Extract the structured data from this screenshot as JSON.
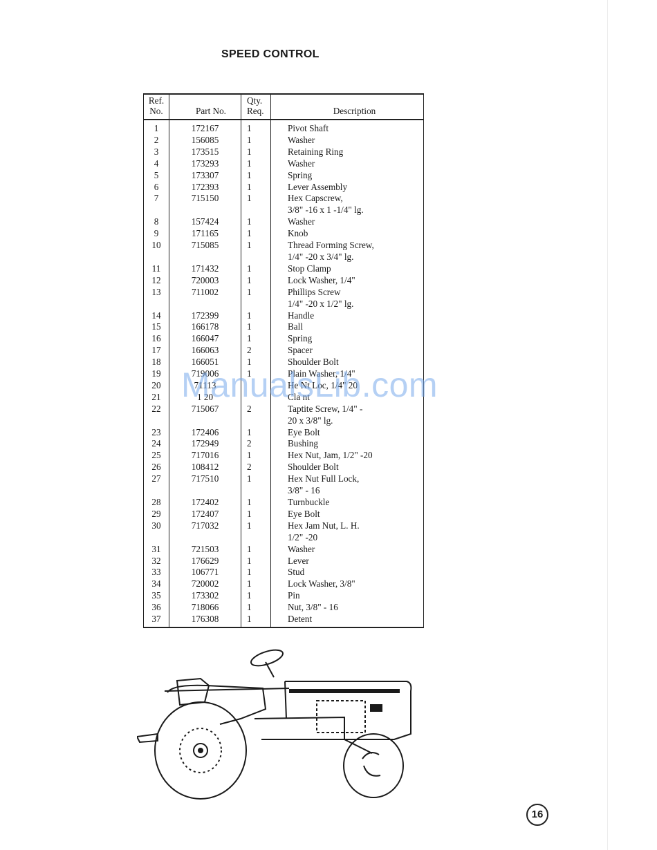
{
  "title": "SPEED CONTROL",
  "table": {
    "headers": {
      "ref_line1": "Ref.",
      "ref_line2": "No.",
      "part": "Part No.",
      "qty_line1": "Qty.",
      "qty_line2": "Req.",
      "desc": "Description"
    },
    "rows": [
      {
        "ref": "1",
        "part": "172167",
        "qty": "1",
        "desc": [
          "Pivot Shaft"
        ]
      },
      {
        "ref": "2",
        "part": "156085",
        "qty": "1",
        "desc": [
          "Washer"
        ]
      },
      {
        "ref": "3",
        "part": "173515",
        "qty": "1",
        "desc": [
          "Retaining Ring"
        ]
      },
      {
        "ref": "4",
        "part": "173293",
        "qty": "1",
        "desc": [
          "Washer"
        ]
      },
      {
        "ref": "5",
        "part": "173307",
        "qty": "1",
        "desc": [
          "Spring"
        ]
      },
      {
        "ref": "6",
        "part": "172393",
        "qty": "1",
        "desc": [
          "Lever Assembly"
        ]
      },
      {
        "ref": "7",
        "part": "715150",
        "qty": "1",
        "desc": [
          "Hex Capscrew,",
          "3/8\" -16 x 1 -1/4\" lg."
        ]
      },
      {
        "ref": "8",
        "part": "157424",
        "qty": "1",
        "desc": [
          "Washer"
        ]
      },
      {
        "ref": "9",
        "part": "171165",
        "qty": "1",
        "desc": [
          "Knob"
        ]
      },
      {
        "ref": "10",
        "part": "715085",
        "qty": "1",
        "desc": [
          "Thread Forming Screw,",
          "1/4\" -20 x 3/4\" lg."
        ]
      },
      {
        "ref": "11",
        "part": "171432",
        "qty": "1",
        "desc": [
          "Stop Clamp"
        ]
      },
      {
        "ref": "12",
        "part": "720003",
        "qty": "1",
        "desc": [
          "Lock Washer, 1/4\""
        ]
      },
      {
        "ref": "13",
        "part": "711002",
        "qty": "1",
        "desc": [
          "Phillips Screw",
          "1/4\" -20 x 1/2\" lg."
        ]
      },
      {
        "ref": "14",
        "part": "172399",
        "qty": "1",
        "desc": [
          "Handle"
        ]
      },
      {
        "ref": "15",
        "part": "166178",
        "qty": "1",
        "desc": [
          "Ball"
        ]
      },
      {
        "ref": "16",
        "part": "166047",
        "qty": "1",
        "desc": [
          "Spring"
        ]
      },
      {
        "ref": "17",
        "part": "166063",
        "qty": "2",
        "desc": [
          "Spacer"
        ]
      },
      {
        "ref": "18",
        "part": "166051",
        "qty": "1",
        "desc": [
          "Shoulder Bolt"
        ]
      },
      {
        "ref": "19",
        "part": "719006",
        "qty": "1",
        "desc": [
          "Plain Washer, 1/4\""
        ]
      },
      {
        "ref": "20",
        "part": "71113",
        "qty": "",
        "desc": [
          "He Nt Loc, 1/4\" 20"
        ]
      },
      {
        "ref": "21",
        "part": "1 20",
        "qty": "",
        "desc": [
          "Cla nt"
        ]
      },
      {
        "ref": "22",
        "part": "715067",
        "qty": "2",
        "desc": [
          "Taptite Screw, 1/4\" -",
          "20 x 3/8\" lg."
        ]
      },
      {
        "ref": "23",
        "part": "172406",
        "qty": "1",
        "desc": [
          "Eye Bolt"
        ]
      },
      {
        "ref": "24",
        "part": "172949",
        "qty": "2",
        "desc": [
          "Bushing"
        ]
      },
      {
        "ref": "25",
        "part": "717016",
        "qty": "1",
        "desc": [
          "Hex Nut, Jam, 1/2\" -20"
        ]
      },
      {
        "ref": "26",
        "part": "108412",
        "qty": "2",
        "desc": [
          "Shoulder Bolt"
        ]
      },
      {
        "ref": "27",
        "part": "717510",
        "qty": "1",
        "desc": [
          "Hex Nut Full Lock,",
          "3/8\" - 16"
        ]
      },
      {
        "ref": "28",
        "part": "172402",
        "qty": "1",
        "desc": [
          "Turnbuckle"
        ]
      },
      {
        "ref": "29",
        "part": "172407",
        "qty": "1",
        "desc": [
          "Eye Bolt"
        ]
      },
      {
        "ref": "30",
        "part": "717032",
        "qty": "1",
        "desc": [
          "Hex Jam Nut, L. H.",
          "1/2\" -20"
        ]
      },
      {
        "ref": "31",
        "part": "721503",
        "qty": "1",
        "desc": [
          "Washer"
        ]
      },
      {
        "ref": "32",
        "part": "176629",
        "qty": "1",
        "desc": [
          "Lever"
        ]
      },
      {
        "ref": "33",
        "part": "106771",
        "qty": "1",
        "desc": [
          "Stud"
        ]
      },
      {
        "ref": "34",
        "part": "720002",
        "qty": "1",
        "desc": [
          "Lock Washer, 3/8\""
        ]
      },
      {
        "ref": "35",
        "part": "173302",
        "qty": "1",
        "desc": [
          "Pin"
        ]
      },
      {
        "ref": "36",
        "part": "718066",
        "qty": "1",
        "desc": [
          "Nut, 3/8\" - 16"
        ]
      },
      {
        "ref": "37",
        "part": "176308",
        "qty": "1",
        "desc": [
          "Detent"
        ]
      }
    ]
  },
  "watermark": "ManualsLib.com",
  "page_number": "16"
}
